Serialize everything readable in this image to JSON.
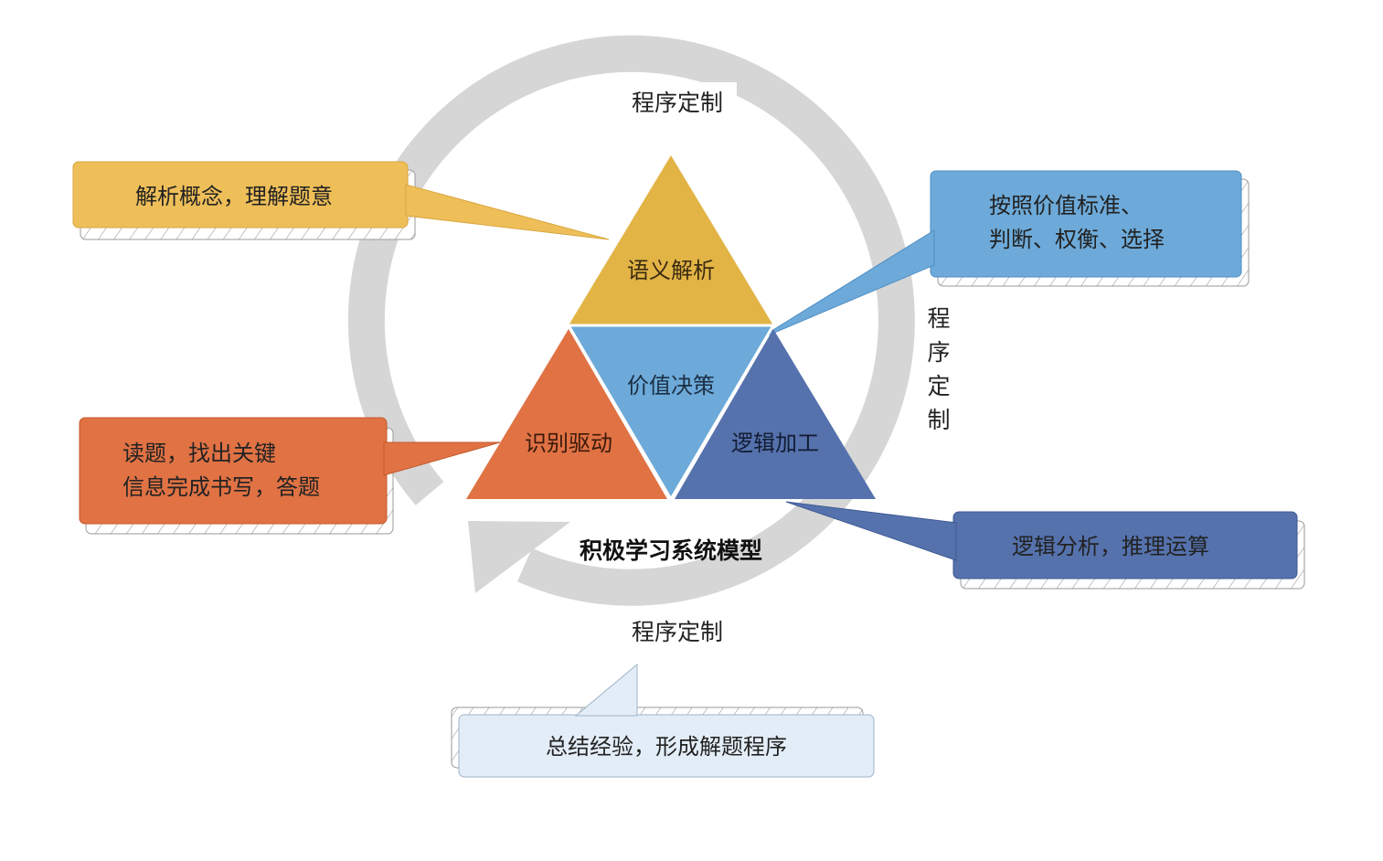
{
  "cycle": {
    "labels": {
      "top": "程序定制",
      "right": [
        "程",
        "序",
        "定",
        "制"
      ],
      "bottom": "程序定制"
    }
  },
  "triangle": {
    "top": "语义解析",
    "center": "价值决策",
    "left": "识别驱动",
    "right": "逻辑加工"
  },
  "model_title": "积极学习系统模型",
  "callouts": {
    "semantic": [
      "解析概念，理解题意"
    ],
    "value": [
      "按照价值标准、",
      "判断、权衡、选择"
    ],
    "identify": [
      "读题，找出关键",
      "信息完成书写，答题"
    ],
    "logic": [
      "逻辑分析，推理运算"
    ],
    "summary": [
      "总结经验，形成解题程序"
    ]
  },
  "colors": {
    "yellow": "#E2B446",
    "yellow_box": "#EEBF59",
    "light_blue": "#6DAAD9",
    "orange": "#E07244",
    "navy": "#5572AD",
    "pale_blue": "#E3EDF7",
    "ring": "#D6D6D6"
  }
}
